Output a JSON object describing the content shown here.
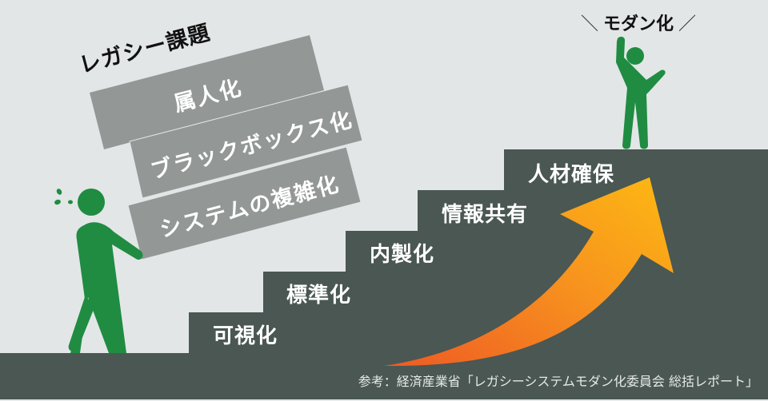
{
  "colors": {
    "background": "#e3e6e7",
    "stairs": "#4a5753",
    "legacy_box": "#939796",
    "figure": "#1f8c42",
    "arrow_start": "#ee5a24",
    "arrow_end": "#fdb913",
    "text_light": "#ffffff",
    "text_dark": "#111111"
  },
  "legacy": {
    "title": "レガシー課題",
    "boxes": [
      {
        "label": "属人化"
      },
      {
        "label": "ブラックボックス化"
      },
      {
        "label": "システムの複雑化"
      }
    ]
  },
  "modern": {
    "left_mark": "＼",
    "title": "モダン化",
    "right_mark": "／"
  },
  "stairs": {
    "steps": [
      {
        "label": "可視化"
      },
      {
        "label": "標準化"
      },
      {
        "label": "内製化"
      },
      {
        "label": "情報共有"
      },
      {
        "label": "人材確保"
      }
    ]
  },
  "icons": {
    "struggling_person": "person-carrying-icon",
    "celebrating_person": "person-cheering-icon",
    "sweat_drops": "sweat-drops-icon",
    "growth_arrow": "curved-up-arrow-icon"
  },
  "footer": {
    "source": "参考：経済産業省「レガシーシステムモダン化委員会 総括レポート」"
  }
}
